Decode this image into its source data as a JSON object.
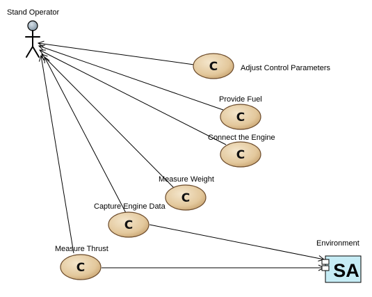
{
  "actor": {
    "label": "Stand Operator"
  },
  "use_cases": [
    {
      "id": "adjust",
      "label": "Adjust Control Parameters",
      "icon": "C"
    },
    {
      "id": "fuel",
      "label": "Provide Fuel",
      "icon": "C"
    },
    {
      "id": "connect",
      "label": "Connect the Engine",
      "icon": "C"
    },
    {
      "id": "weight",
      "label": "Measure Weight",
      "icon": "C"
    },
    {
      "id": "capture",
      "label": "Capture Engine Data",
      "icon": "C"
    },
    {
      "id": "thrust",
      "label": "Measure Thrust",
      "icon": "C"
    }
  ],
  "system": {
    "label": "Environment",
    "icon_text": "SA"
  },
  "colors": {
    "usecase_fill": "#e6cfa6",
    "usecase_stroke": "#6b4a2a",
    "actor_head": "#9aabb8",
    "system_fill": "#c6ecf5"
  }
}
